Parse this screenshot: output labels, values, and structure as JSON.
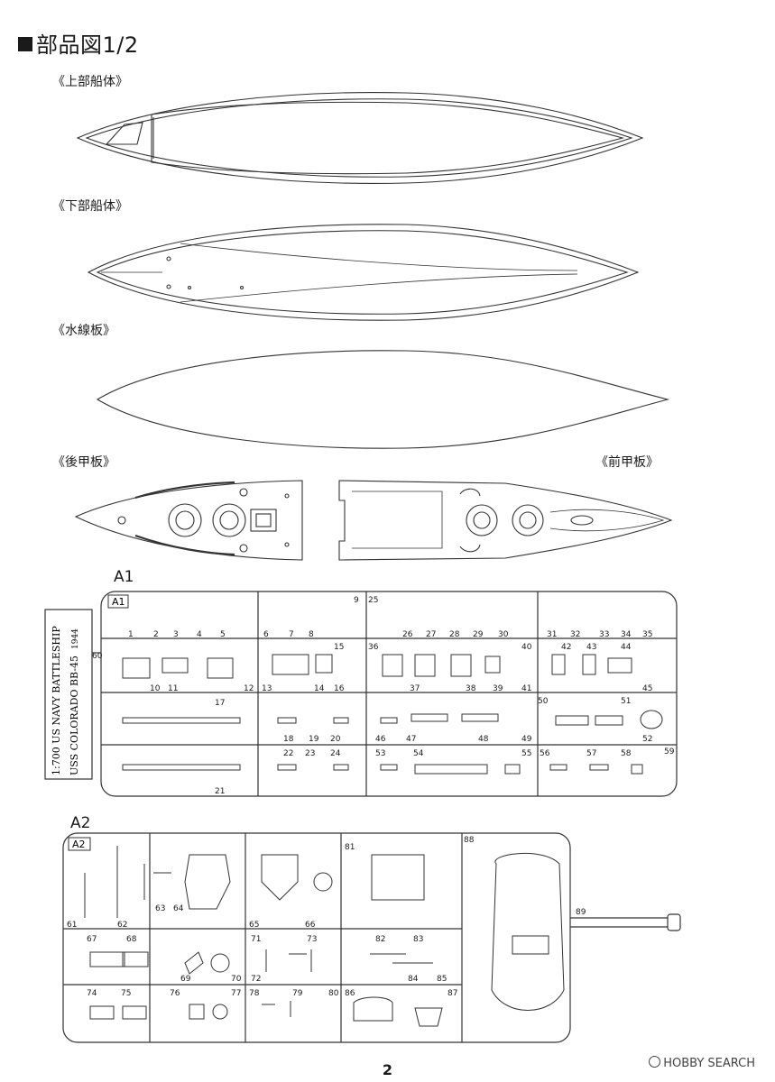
{
  "page": {
    "title": "部品図1/2",
    "page_number": "2",
    "watermark": "HOBBY SEARCH"
  },
  "labels": {
    "upper_hull": "《上部船体》",
    "lower_hull": "《下部船体》",
    "waterline": "《水線板》",
    "rear_deck": "《後甲板》",
    "front_deck": "《前甲板》"
  },
  "sprue_a1": {
    "outer_label": "A1",
    "tab_label": "A1",
    "vertical_text_1": "1:700 US NAVY BATTLESHIP",
    "vertical_text_2": "USS COLORADO BB-45",
    "vertical_year": "1944",
    "parts": [
      "1",
      "2",
      "3",
      "4",
      "5",
      "6",
      "7",
      "8",
      "9",
      "10",
      "11",
      "12",
      "13",
      "14",
      "15",
      "16",
      "17",
      "18",
      "19",
      "20",
      "21",
      "22",
      "23",
      "24",
      "25",
      "26",
      "27",
      "28",
      "29",
      "30",
      "31",
      "32",
      "33",
      "34",
      "35",
      "36",
      "37",
      "38",
      "39",
      "40",
      "41",
      "42",
      "43",
      "44",
      "45",
      "46",
      "47",
      "48",
      "49",
      "50",
      "51",
      "52",
      "53",
      "54",
      "55",
      "56",
      "57",
      "58",
      "59",
      "60"
    ]
  },
  "sprue_a2": {
    "outer_label": "A2",
    "tab_label": "A2",
    "parts": [
      "61",
      "62",
      "63",
      "64",
      "65",
      "66",
      "67",
      "68",
      "69",
      "70",
      "71",
      "72",
      "73",
      "74",
      "75",
      "76",
      "77",
      "78",
      "79",
      "80",
      "81",
      "82",
      "83",
      "84",
      "85",
      "86",
      "87",
      "88",
      "89"
    ]
  }
}
